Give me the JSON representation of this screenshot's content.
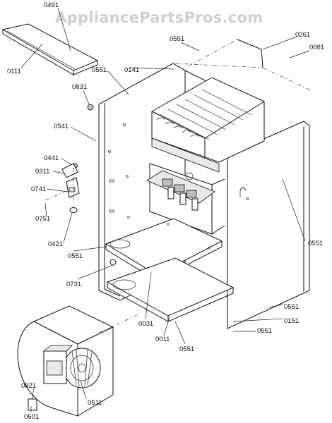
{
  "watermark": "AppliancePartsPros.com",
  "callouts": [
    {
      "id": "0491",
      "text": "0491"
    },
    {
      "id": "0111",
      "text": "0111"
    },
    {
      "id": "0551-top",
      "text": "0551"
    },
    {
      "id": "0261",
      "text": "0261"
    },
    {
      "id": "0081",
      "text": "0081"
    },
    {
      "id": "0551-left",
      "text": "0551"
    },
    {
      "id": "0141",
      "text": "0141"
    },
    {
      "id": "0831",
      "text": "0831"
    },
    {
      "id": "0541",
      "text": "0541"
    },
    {
      "id": "0441",
      "text": "0441"
    },
    {
      "id": "0311",
      "text": "0311"
    },
    {
      "id": "0741",
      "text": "0741"
    },
    {
      "id": "0751",
      "text": "0751"
    },
    {
      "id": "0421",
      "text": "0421"
    },
    {
      "id": "0551-mid",
      "text": "0551"
    },
    {
      "id": "0551-right",
      "text": "0551"
    },
    {
      "id": "0731",
      "text": "0731"
    },
    {
      "id": "0031",
      "text": "0031"
    },
    {
      "id": "0011",
      "text": "0011"
    },
    {
      "id": "0551-bottom",
      "text": "0551"
    },
    {
      "id": "0551-rb1",
      "text": "0551"
    },
    {
      "id": "0151",
      "text": "0151"
    },
    {
      "id": "0551-rb2",
      "text": "0551"
    },
    {
      "id": "0821",
      "text": "0821"
    },
    {
      "id": "0511",
      "text": "0511"
    },
    {
      "id": "0601",
      "text": "0601"
    }
  ]
}
